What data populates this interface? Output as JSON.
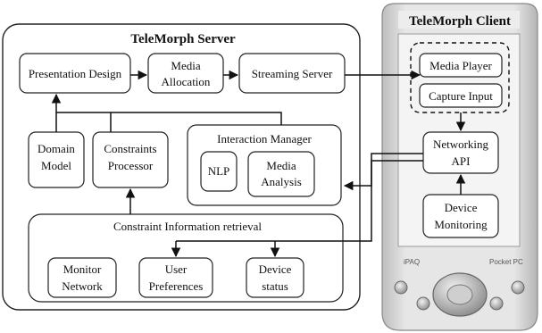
{
  "server": {
    "title": "TeleMorph Server",
    "presentation_design": "Presentation Design",
    "media_allocation": [
      "Media",
      "Allocation"
    ],
    "streaming_server": "Streaming Server",
    "domain_model": [
      "Domain",
      "Model"
    ],
    "constraints_processor": [
      "Constraints",
      "Processor"
    ],
    "interaction_manager": "Interaction Manager",
    "nlp": "NLP",
    "media_analysis": [
      "Media",
      "Analysis"
    ],
    "constraint_info_retrieval": "Constraint Information retrieval",
    "monitor_network": [
      "Monitor",
      "Network"
    ],
    "user_preferences": [
      "User",
      "Preferences"
    ],
    "device_status": [
      "Device",
      "status"
    ]
  },
  "client": {
    "title": "TeleMorph Client",
    "media_player": "Media Player",
    "capture_input": "Capture Input",
    "networking_api": [
      "Networking",
      "API"
    ],
    "device_monitoring": [
      "Device",
      "Monitoring"
    ],
    "brand_left": "iPAQ",
    "brand_right": "Pocket PC"
  },
  "colors": {
    "device_body": "#d9d9d9",
    "device_screen": "#f4f4f4",
    "ink": "#222222"
  }
}
